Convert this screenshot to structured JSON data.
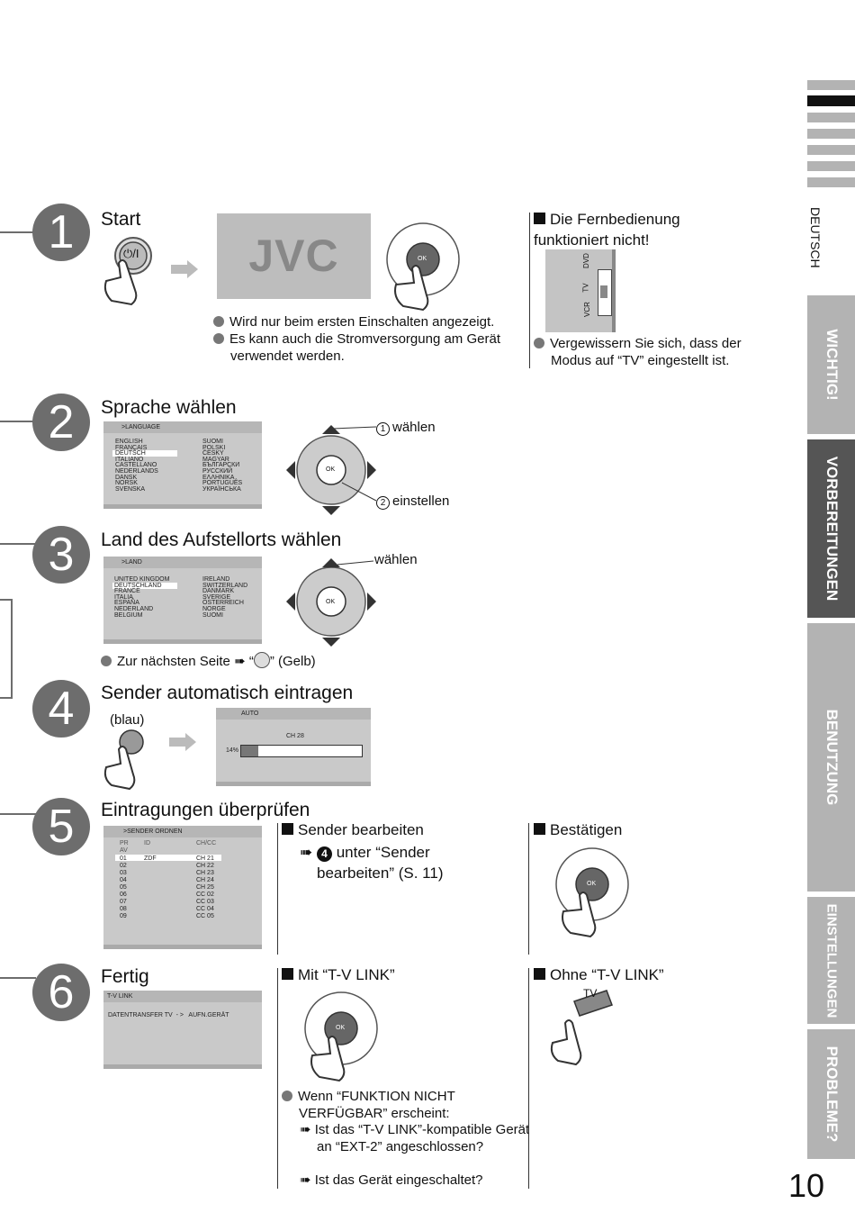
{
  "page_number": "10",
  "sidebar": {
    "language": "DEUTSCH",
    "tabs": [
      {
        "label": "WICHTIG!"
      },
      {
        "label": "VORBEREITUNGEN"
      },
      {
        "label": "BENUTZUNG"
      },
      {
        "label": "EINSTELLUNGEN"
      },
      {
        "label": "PROBLEME?"
      }
    ]
  },
  "step1": {
    "number": "1",
    "title": "Start",
    "power_label": "⏻/I",
    "logo": "JVC",
    "ok": "OK",
    "notes": [
      "Wird nur beim ersten Einschalten angezeigt.",
      "Es kann auch die Stromversorgung am Gerät verwendet werden."
    ],
    "remote_title": "Die Fernbedienung funktioniert nicht!",
    "switch_labels": [
      "VCR",
      "TV",
      "DVD"
    ],
    "remote_note": "Vergewissern Sie sich, dass der Modus auf “TV” eingestellt ist."
  },
  "step2": {
    "number": "2",
    "title": "Sprache wählen",
    "screen_header": ">LANGUAGE",
    "languages_left": "ENGLISH\nFRANÇAIS\nDEUTSCH\nITALIANO\nCASTELLANO\nNEDERLANDS\nDANSK\nNORSK\nSVENSKA",
    "languages_right": "SUOMI\nPOLSKI\nČESKY\nMAGYAR\nБЪЛГАРСКИ\nРУССКИЙ\nΕΛΛΗΝΙΚΑ\nPORTUGUÊS\nУКРАЇНСЬКА",
    "ok": "OK",
    "label1": "wählen",
    "label2": "einstellen",
    "num1": "1",
    "num2": "2"
  },
  "step3": {
    "number": "3",
    "title": "Land des Aufstellorts wählen",
    "screen_header": ">LAND",
    "countries_left": "UNITED KINGDOM\nDEUTSCHLAND\nFRANCE\nITALIA\nESPAÑA\nNEDERLAND\nBELGIUM",
    "countries_right": "IRELAND\nSWITZERLAND\nDANMARK\nSVERIGE\nÖSTERREICH\nNORGE\nSUOMI",
    "ok": "OK",
    "label": "wählen",
    "note_prefix": "Zur nächsten Seite",
    "note_suffix": "” (Gelb)",
    "note_quote_open": "“"
  },
  "step4": {
    "number": "4",
    "title": "Sender automatisch eintragen",
    "button_label": "(blau)",
    "screen_header": "AUTO",
    "channel": "CH 28",
    "progress_text": "14%",
    "progress": 0.14
  },
  "step5": {
    "number": "5",
    "title": "Eintragungen überprüfen",
    "screen_header": ">SENDER ORDNEN",
    "table_headers": [
      "PR",
      "ID",
      "CH/CC"
    ],
    "table_av": "AV",
    "table_pr": "01\n02\n03\n04\n05\n06\n07\n08\n09",
    "table_id": "ZDF",
    "table_ch": "CH 21\nCH 22\nCH 23\nCH 24\nCH 25\nCC 02\nCC 03\nCC 04\nCC 05",
    "edit_title": "Sender bearbeiten",
    "edit_text": "unter “Sender bearbeiten” (S. 11)",
    "edit_ref": "4",
    "confirm_title": "Bestätigen",
    "ok": "OK"
  },
  "step6": {
    "number": "6",
    "title": "Fertig",
    "screen_header": "T-V LINK",
    "screen_line": "DATENTRANSFER TV  - >   AUFN.GERÄT",
    "with_title": "Mit “T-V LINK”",
    "without_title": "Ohne “T-V LINK”",
    "tv_label": "TV",
    "ok": "OK",
    "note": "Wenn “FUNKTION NICHT VERFÜGBAR” erscheint:",
    "checks": [
      "Ist das “T-V LINK”-kompatible Gerät an “EXT-2” angeschlossen?",
      "Ist das Gerät eingeschaltet?"
    ]
  },
  "colors": {
    "step_circle": "#6d6d6d",
    "tab_inactive": "#b3b3b3",
    "tab_active": "#555555",
    "screen": "#c9c9c9"
  }
}
